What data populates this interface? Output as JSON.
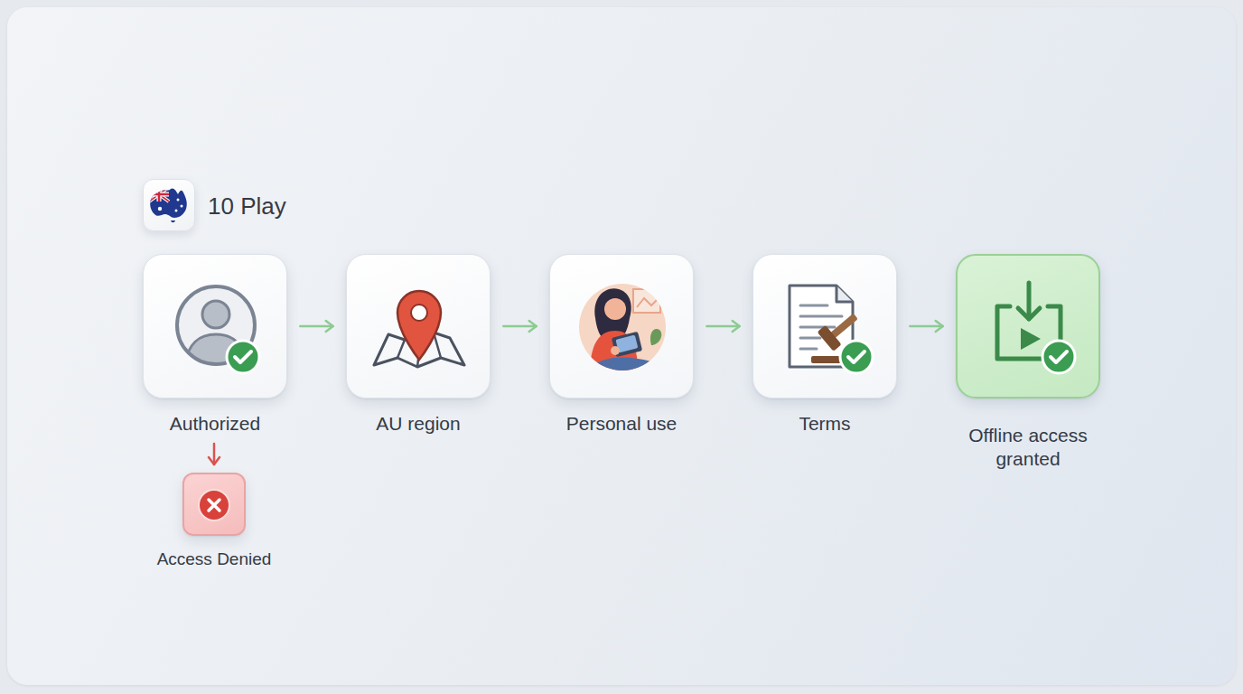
{
  "diagram": {
    "title": "10 Play",
    "nodes": [
      {
        "text": [
          "Authorized"
        ]
      },
      {
        "text": [
          "AU region"
        ]
      },
      {
        "text": [
          "Personal use"
        ]
      },
      {
        "text": [
          "Terms"
        ]
      },
      {
        "text": [
          "Offline access granted"
        ]
      },
      {
        "text": [
          "Access Denied"
        ]
      }
    ],
    "edges": [
      {
        "from": 0,
        "to": 1,
        "arrow": "to"
      },
      {
        "from": 1,
        "to": 2,
        "arrow": "to"
      },
      {
        "from": 2,
        "to": 3,
        "arrow": "to"
      },
      {
        "from": 3,
        "to": 4,
        "arrow": "to"
      },
      {
        "from": 0,
        "to": 5,
        "arrow": "to"
      }
    ]
  }
}
